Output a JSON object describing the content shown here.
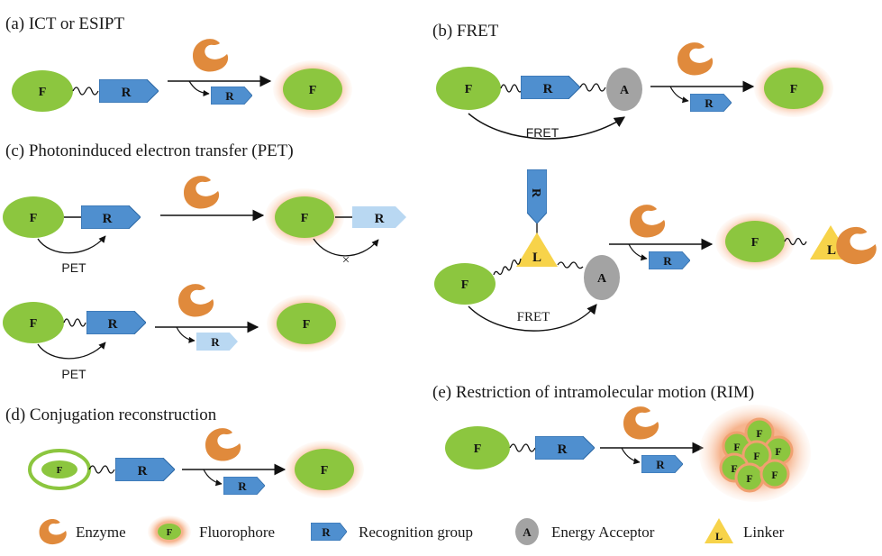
{
  "panels": {
    "a": {
      "title": "(a) ICT or ESIPT"
    },
    "b": {
      "title": "(b) FRET",
      "fret_label": "FRET"
    },
    "c": {
      "title": "(c) Photoninduced electron transfer (PET)",
      "pet_label": "PET"
    },
    "d": {
      "title": "(d) Conjugation reconstruction"
    },
    "e": {
      "title": "(e) Restriction of intramolecular motion (RIM)"
    }
  },
  "glyphs": {
    "fluorophore": "F",
    "recognition": "R",
    "acceptor": "A",
    "linker": "L",
    "blocked": "×"
  },
  "legend": {
    "enzyme": "Enzyme",
    "fluorophore": "Fluorophore",
    "recognition": "Recognition group",
    "acceptor": "Energy Acceptor",
    "linker": "Linker"
  },
  "colors": {
    "fluorophore": "#8cc63f",
    "glow": "#f6b48e",
    "recognition": "#4f8fcf",
    "recognition_faded": "#b9d8f2",
    "acceptor": "#a3a3a3",
    "linker": "#f7d34a",
    "enzyme": "#e08a3c"
  }
}
